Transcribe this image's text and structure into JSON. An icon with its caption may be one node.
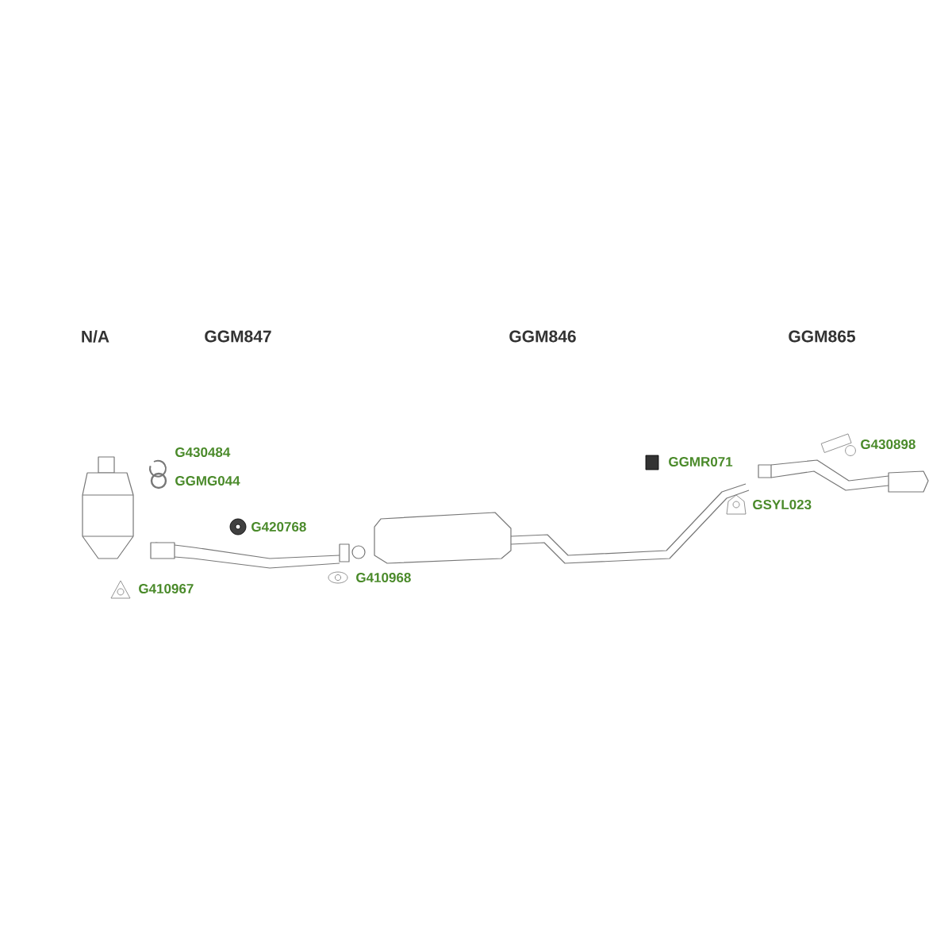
{
  "diagram": {
    "labels": [
      "N/A",
      "GGM847",
      "GGM846",
      "GGM865",
      "G430898",
      "G430484",
      "GGMR071",
      "GGMG044",
      "GSYL023",
      "G420768",
      "G410968",
      "G410967"
    ]
  }
}
